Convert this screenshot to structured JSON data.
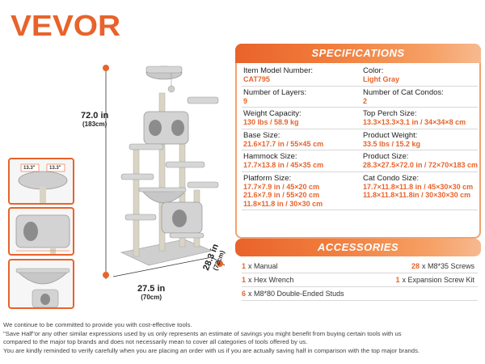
{
  "brand": {
    "logo": "VEVOR",
    "accent": "#e8632b"
  },
  "dimensions": {
    "height_in": "72.0 in",
    "height_cm": "(183cm)",
    "width_in": "27.5 in",
    "width_cm": "(70cm)",
    "depth_in": "28.3 in",
    "depth_cm": "(72cm)",
    "perch_a": "13.3\"",
    "perch_b": "13.3\""
  },
  "specifications": {
    "title": "SPECIFICATIONS",
    "rows": [
      {
        "l_label": "Item Model Number:",
        "l_value": [
          "CAT795"
        ],
        "r_label": "Color:",
        "r_value": [
          "Light Gray"
        ]
      },
      {
        "l_label": "Number of Layers:",
        "l_value": [
          "9"
        ],
        "r_label": "Number of Cat Condos:",
        "r_value": [
          "2"
        ]
      },
      {
        "l_label": "Weight Capacity:",
        "l_value": [
          "130 lbs / 58.9 kg"
        ],
        "r_label": "Top Perch Size:",
        "r_value": [
          "13.3×13.3×3.1 in / 34×34×8 cm"
        ]
      },
      {
        "l_label": "Base Size:",
        "l_value": [
          "21.6×17.7 in / 55×45 cm"
        ],
        "r_label": "Product Weight:",
        "r_value": [
          "33.5 lbs / 15.2 kg"
        ]
      },
      {
        "l_label": "Hammock Size:",
        "l_value": [
          "17.7×13.8 in / 45×35 cm"
        ],
        "r_label": "Product Size:",
        "r_value": [
          "28.3×27.5×72.0 in / 72×70×183 cm"
        ]
      },
      {
        "l_label": "Platform Size:",
        "l_value": [
          "17.7×7.9 in / 45×20 cm",
          "21.6×7.9 in / 55×20 cm",
          "11.8×11.8 in / 30×30 cm"
        ],
        "r_label": "Cat Condo Size:",
        "r_value": [
          "17.7×11.8×11.8 in / 45×30×30 cm",
          "11.8×11.8×11.8in / 30×30×30 cm"
        ]
      }
    ]
  },
  "accessories": {
    "title": "ACCESSORIES",
    "rows": [
      {
        "l_qty": "1",
        "l_text": "x Manual",
        "r_qty": "28",
        "r_text": "x M8*35 Screws"
      },
      {
        "l_qty": "1",
        "l_text": "x Hex Wrench",
        "r_qty": "1",
        "r_text": "x Expansion Screw Kit"
      },
      {
        "l_qty": "6",
        "l_text": "x M8*80 Double-Ended Studs",
        "r_qty": "",
        "r_text": ""
      }
    ]
  },
  "disclaimer": [
    "We continue to be committed to provide you with cost-effective tools.",
    "\"Save Half\"or any other similar expressions used by us only represents an estimate of savings you might benefit from buying certain tools with us",
    "compared to the major top brands and does not necessarily mean to cover all categories of tools offered by us.",
    "You are kindly reminded to verify carefully when you are placing an order with us if you are actually saving half in comparison with the top major brands."
  ]
}
